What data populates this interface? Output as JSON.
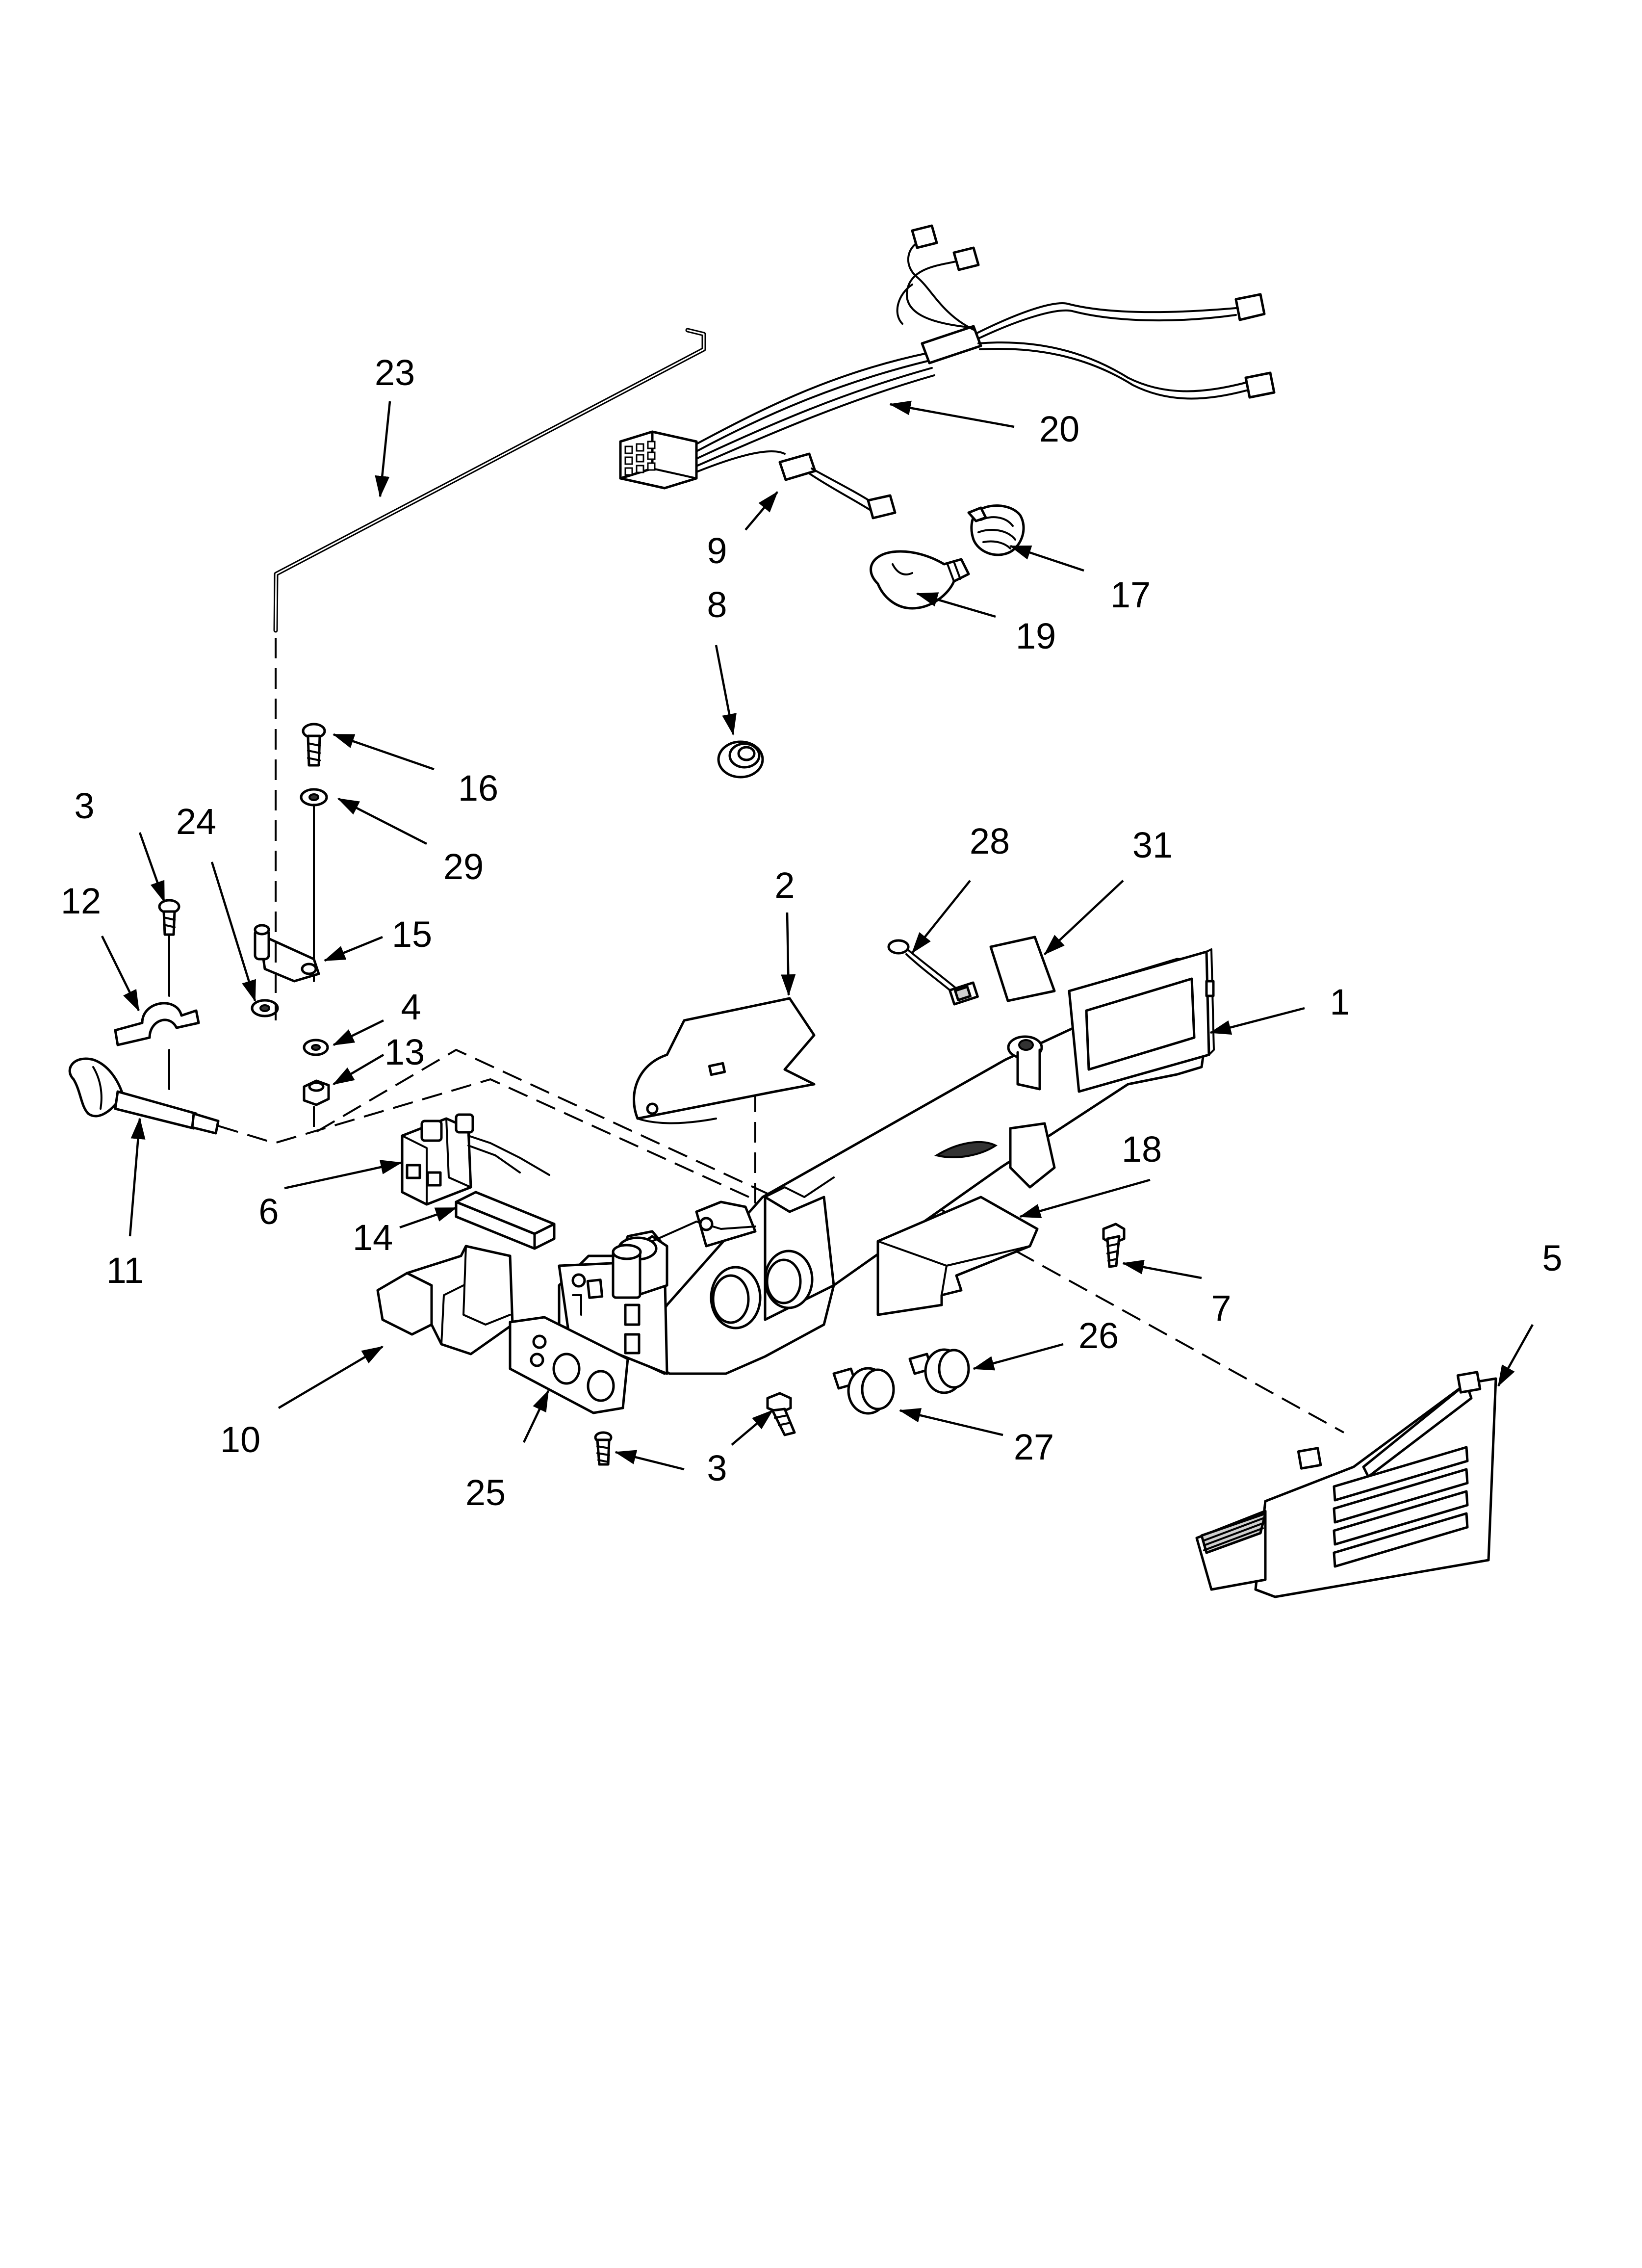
{
  "callouts": [
    {
      "id": "c1",
      "text": "1"
    },
    {
      "id": "c2",
      "text": "2"
    },
    {
      "id": "c3a",
      "text": "3"
    },
    {
      "id": "c3b",
      "text": "3"
    },
    {
      "id": "c4",
      "text": "4"
    },
    {
      "id": "c5",
      "text": "5"
    },
    {
      "id": "c6",
      "text": "6"
    },
    {
      "id": "c7",
      "text": "7"
    },
    {
      "id": "c8",
      "text": "8"
    },
    {
      "id": "c9",
      "text": "9"
    },
    {
      "id": "c10",
      "text": "10"
    },
    {
      "id": "c11",
      "text": "11"
    },
    {
      "id": "c12",
      "text": "12"
    },
    {
      "id": "c13",
      "text": "13"
    },
    {
      "id": "c14",
      "text": "14"
    },
    {
      "id": "c15",
      "text": "15"
    },
    {
      "id": "c16",
      "text": "16"
    },
    {
      "id": "c17",
      "text": "17"
    },
    {
      "id": "c18",
      "text": "18"
    },
    {
      "id": "c19",
      "text": "19"
    },
    {
      "id": "c20",
      "text": "20"
    },
    {
      "id": "c23",
      "text": "23"
    },
    {
      "id": "c24",
      "text": "24"
    },
    {
      "id": "c25",
      "text": "25"
    },
    {
      "id": "c26",
      "text": "26"
    },
    {
      "id": "c27",
      "text": "27"
    },
    {
      "id": "c28",
      "text": "28"
    },
    {
      "id": "c29",
      "text": "29"
    },
    {
      "id": "c31",
      "text": "31"
    }
  ]
}
